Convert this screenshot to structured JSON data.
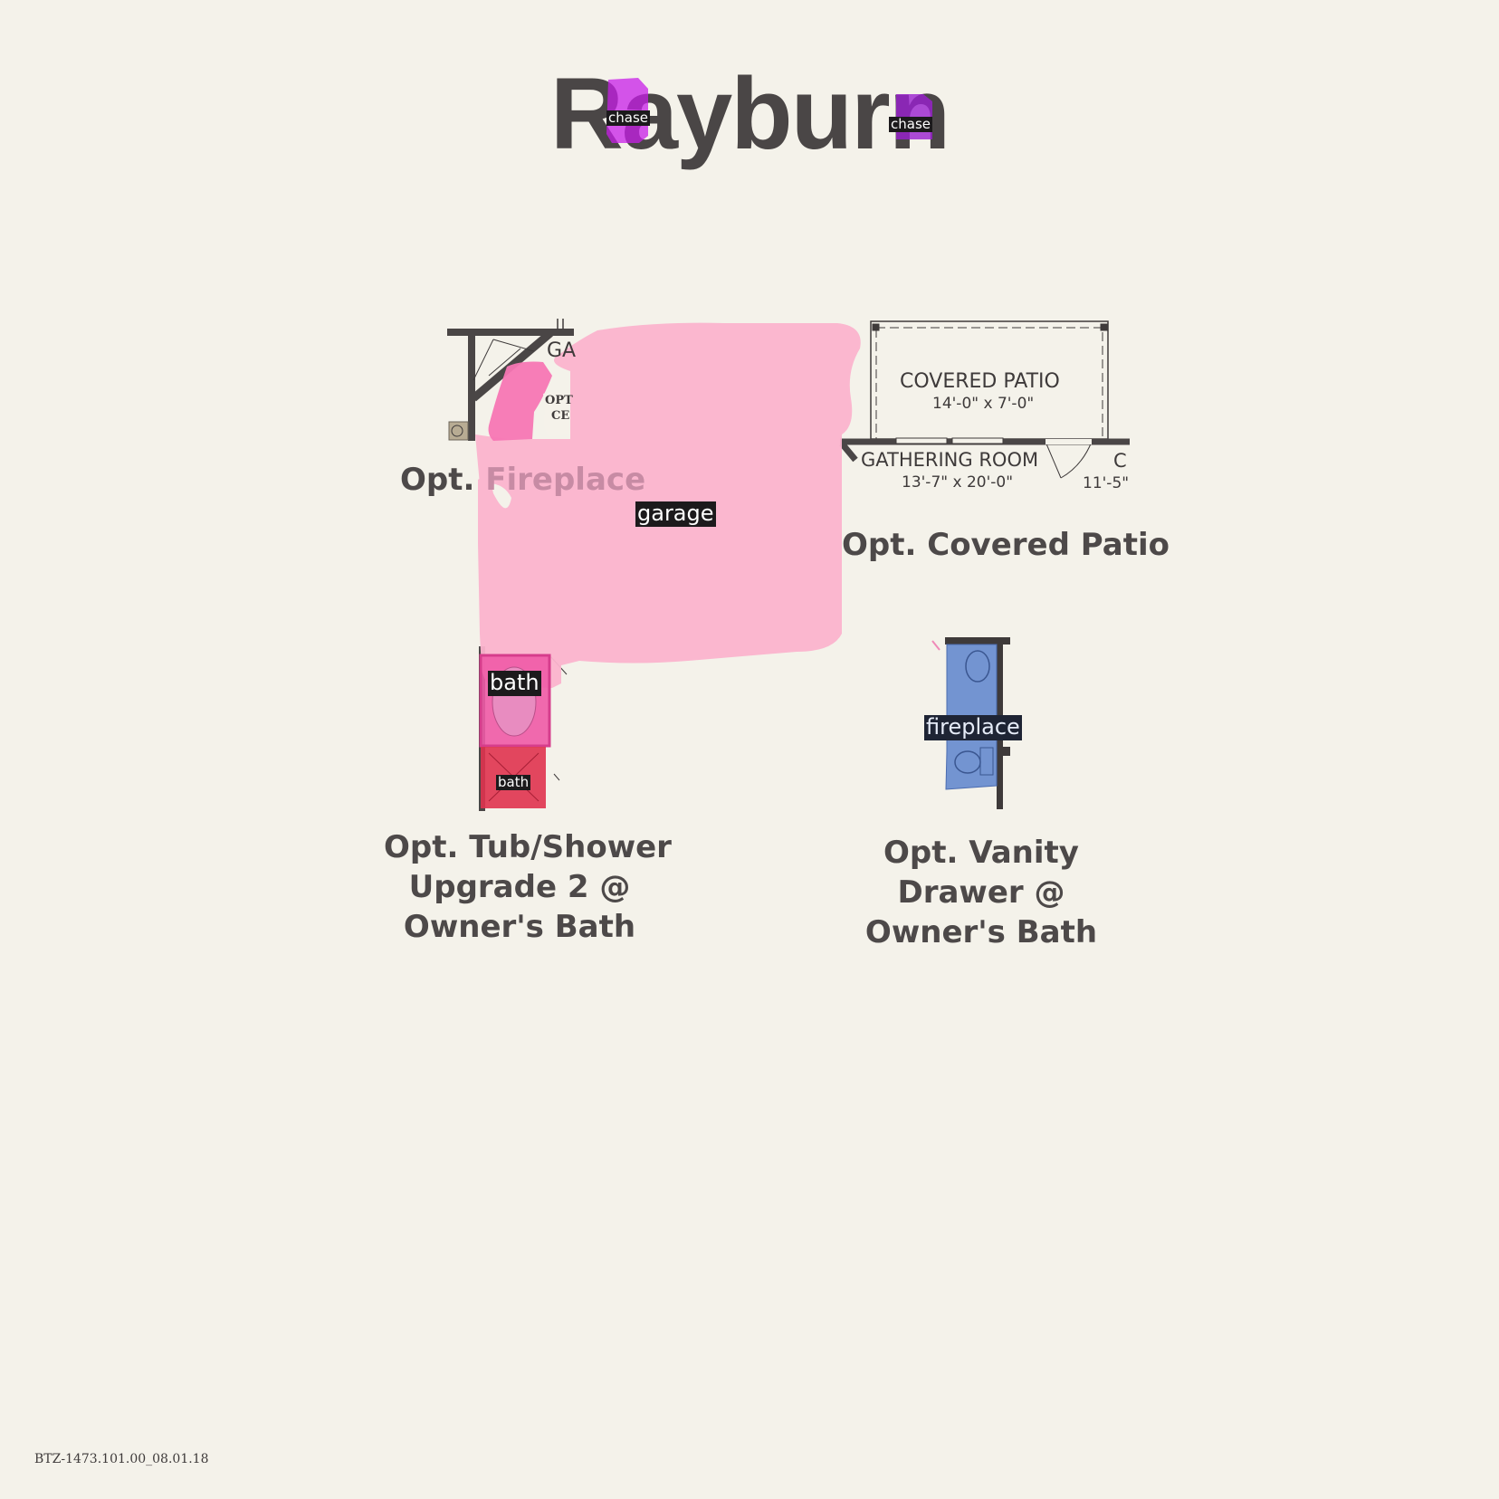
{
  "title": "Rayburn",
  "plan_labels": {
    "garage_partial": "GA",
    "opt_partial_1": "OPT",
    "opt_partial_2": "CE",
    "covered_patio": "COVERED PATIO",
    "covered_patio_dims": "14'-0\" x 7'-0\"",
    "gathering_room": "GATHERING ROOM",
    "gathering_room_dims": "13'-7\" x 20'-0\"",
    "right_partial": "C",
    "right_partial_dims": "11'-5\""
  },
  "captions": {
    "fireplace_prefix": "Opt.",
    "fireplace_word": "Fireplace",
    "covered_patio": "Opt. Covered Patio",
    "tub_shower": [
      "Opt. Tub/Shower",
      "Upgrade 2 @",
      "Owner's Bath"
    ],
    "vanity": [
      "Opt. Vanity",
      "Drawer @",
      "Owner's Bath"
    ]
  },
  "annotation_tags": {
    "chase_left": "chase",
    "chase_right": "chase",
    "garage": "garage",
    "bath_upper": "bath",
    "bath_lower": "bath",
    "fireplace": "fireplace"
  },
  "colors": {
    "background": "#f4f2ea",
    "text": "#4a4646",
    "chase_mask": "#c81ee8",
    "garage_mask": "#fbb3cd",
    "fireplace_mask_strong": "#f776b4",
    "bath_upper_mask": "#ef5aa6",
    "bath_lower_mask": "#e0334f",
    "fireplace_blue_mask": "#6b8ed0"
  },
  "footer": "BTZ-1473.101.00_08.01.18"
}
